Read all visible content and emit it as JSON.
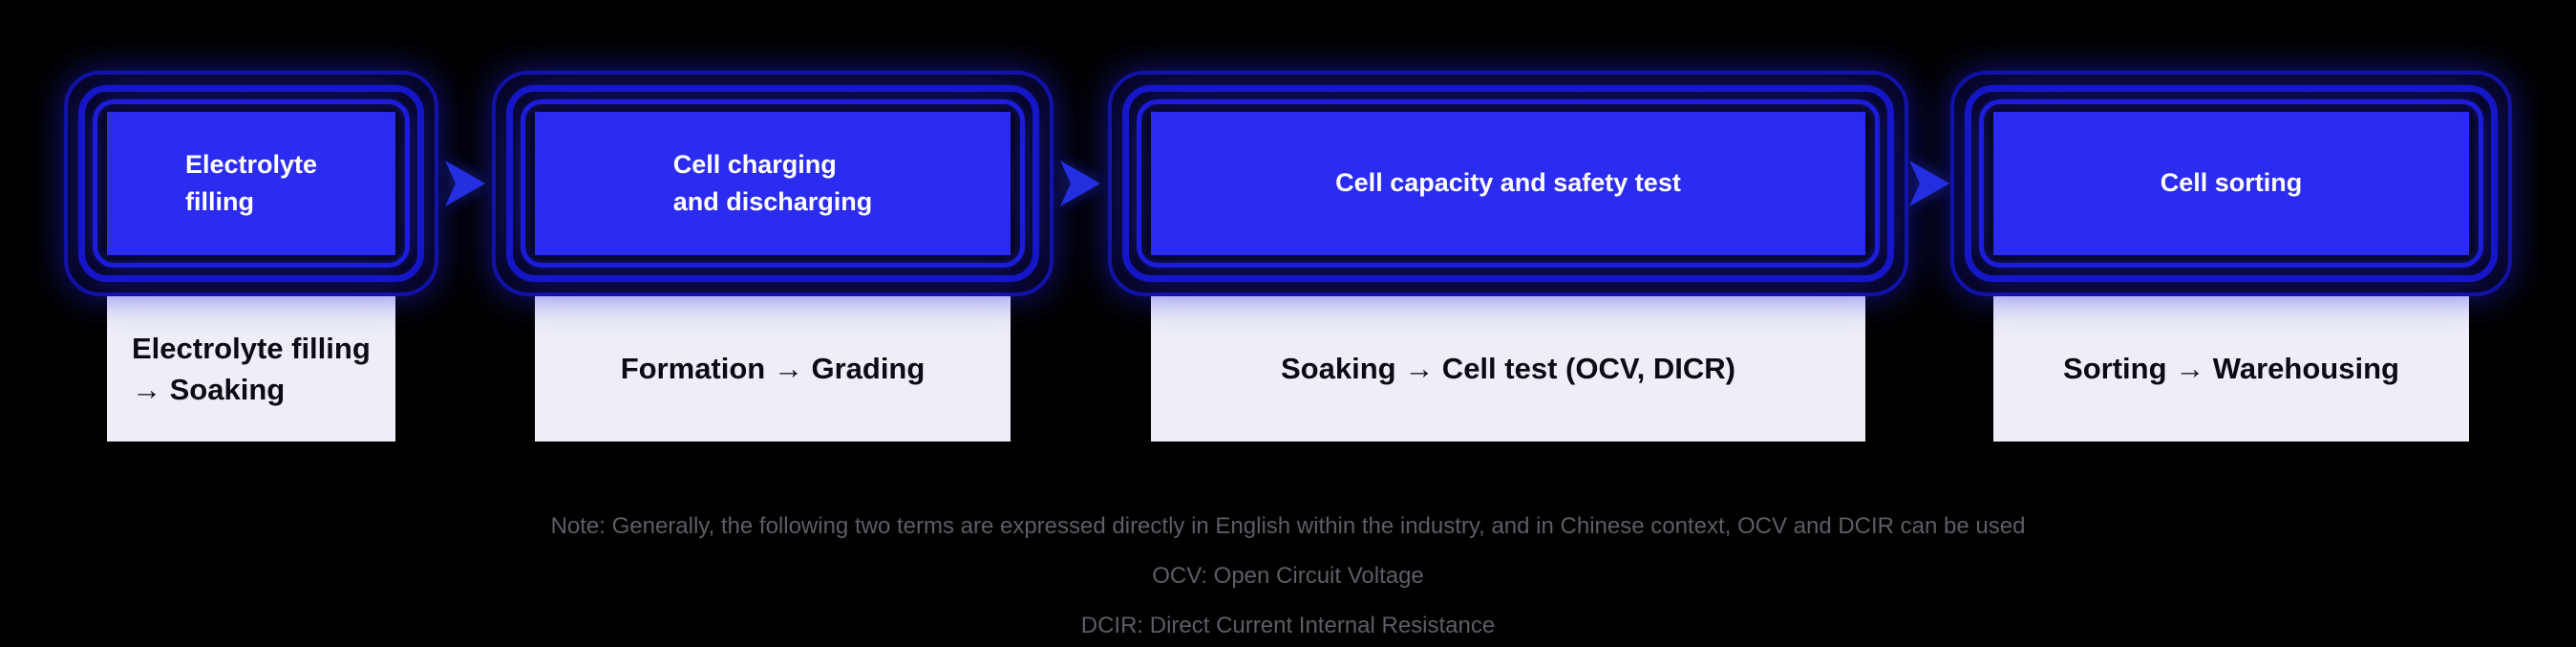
{
  "stages": [
    {
      "title": "Electrolyte\nfilling",
      "detail": "Electrolyte filling\n→ Soaking"
    },
    {
      "title": "Cell charging\nand discharging",
      "detail": "Formation → Grading"
    },
    {
      "title": "Cell capacity and safety test",
      "detail": "Soaking → Cell test (OCV, DICR)"
    },
    {
      "title": "Cell sorting",
      "detail": "Sorting → Warehousing"
    }
  ],
  "notes": [
    "Note: Generally, the following two terms are expressed directly in English within the industry, and in Chinese context, OCV and DCIR can be used",
    "OCV: Open Circuit Voltage",
    "DCIR: Direct Current Internal Resistance"
  ],
  "colors": {
    "background": "#000000",
    "stage_fill": "#2b2cf0",
    "glow": "#1c1cdd",
    "detail_fill": "#edeef7",
    "detail_text": "#0b0b14",
    "note_text": "#5d5d66",
    "arrow_fill": "#2531e0"
  }
}
